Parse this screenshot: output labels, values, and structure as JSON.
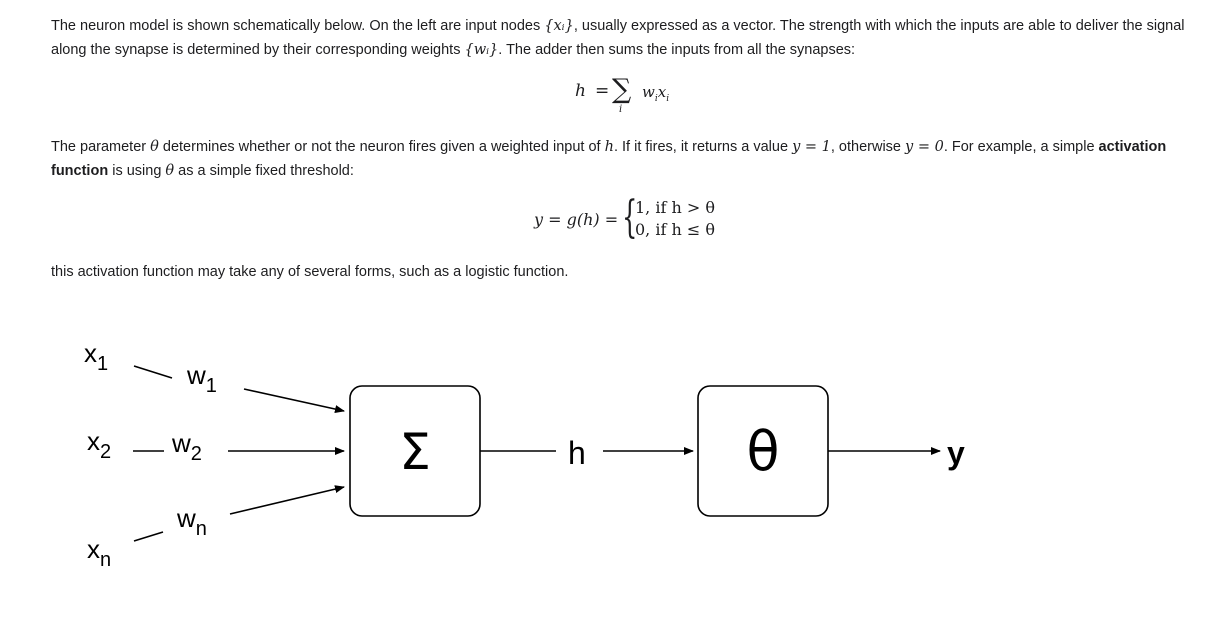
{
  "paragraph1": {
    "t1": "The neuron model is shown schematically below. On the left are input nodes ",
    "m1": "{xᵢ}",
    "t2": ", usually expressed as a vector. The strength with which the inputs are able to deliver the signal along the synapse is determined by their corresponding weights ",
    "m2": "{wᵢ}",
    "t3": ". The adder then sums the inputs from all the synapses:"
  },
  "equation1": {
    "lhs": "h",
    "eq": "=",
    "sigma": "∑",
    "sub": "i",
    "w": "w",
    "wsub": "i",
    "x": "x",
    "xsub": "i"
  },
  "paragraph2": {
    "t1": "The parameter ",
    "m1": "θ",
    "t2": " determines whether or not the neuron fires given a weighted input of ",
    "m2": "h",
    "t3": ". If it fires, it returns a value ",
    "m3": "y = 1",
    "t4": ", otherwise ",
    "m4": "y = 0",
    "t5": ". For example, a simple ",
    "bold": "activation function",
    "t6": " is using ",
    "m5": "θ",
    "t7": " as a simple fixed threshold:"
  },
  "equation2": {
    "lhs": "y = g(h) =",
    "brace": "{",
    "case1": "1, if h > θ",
    "case2": "0, if h ≤ θ"
  },
  "paragraph3": "this activation function may take any of several forms, such as a logistic function.",
  "diagram": {
    "inputs": [
      {
        "x": "x",
        "xsub": "1",
        "w": "w",
        "wsub": "1"
      },
      {
        "x": "x",
        "xsub": "2",
        "w": "w",
        "wsub": "2"
      },
      {
        "x": "x",
        "xsub": "n",
        "w": "w",
        "wsub": "n"
      }
    ],
    "sum_symbol": "Σ",
    "h_label": "h",
    "threshold_symbol": "θ",
    "output_label": "y",
    "colors": {
      "stroke": "#000000",
      "box_fill": "#ffffff"
    }
  }
}
